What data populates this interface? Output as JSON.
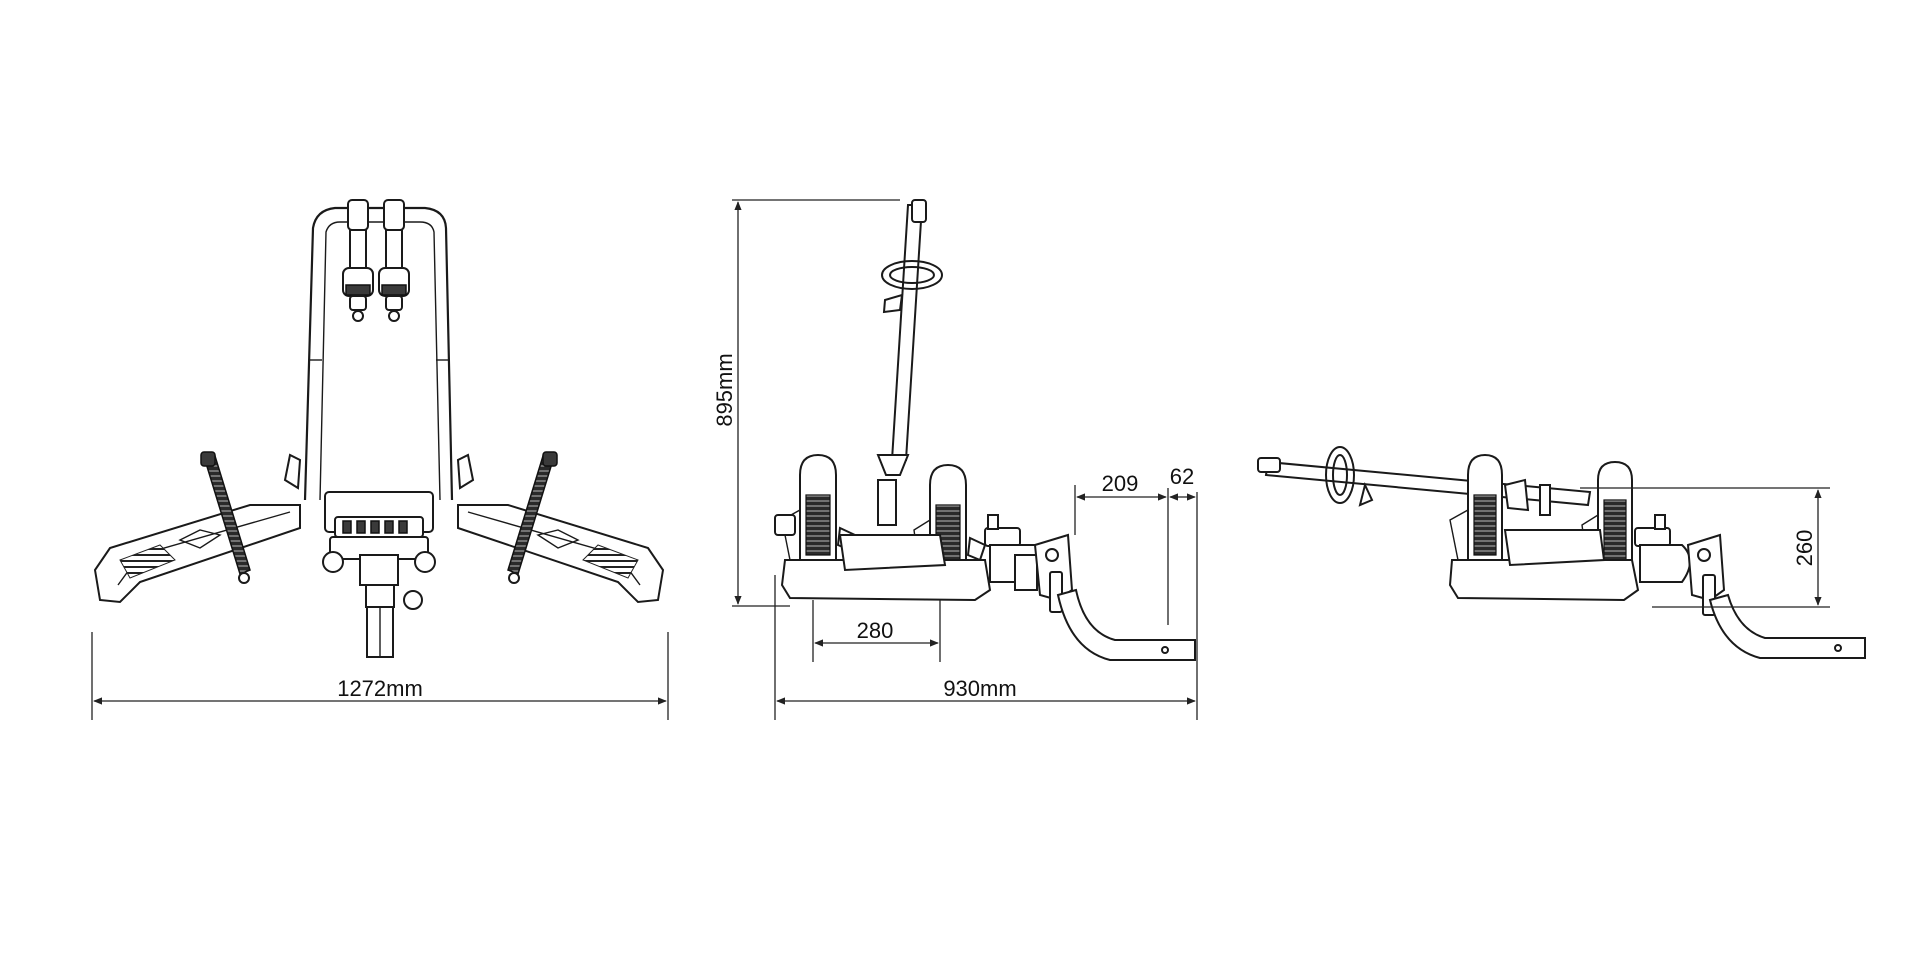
{
  "dimensions": {
    "front_width": "1272mm",
    "side_height": "895mm",
    "side_length": "930mm",
    "wheel_spacing": "280",
    "hitch_offset_a": "209",
    "hitch_offset_b": "62",
    "tilt_drop": "260"
  }
}
